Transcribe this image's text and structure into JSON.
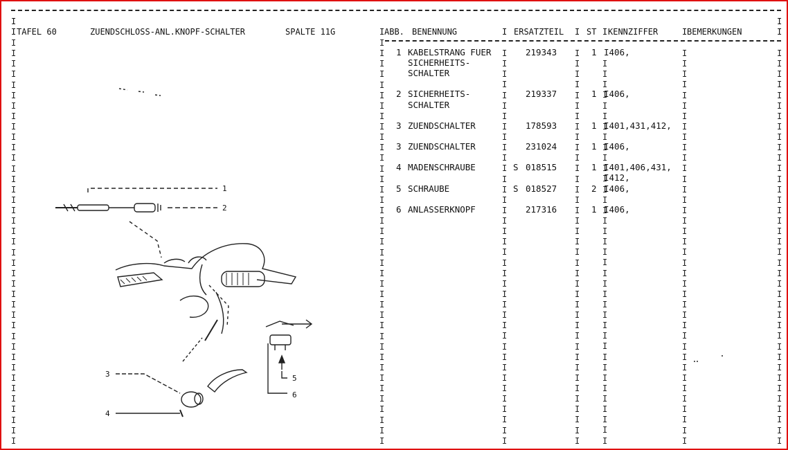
{
  "header": {
    "bar": "I",
    "tafel": "TAFEL 60",
    "title": "ZUENDSCHLOSS-ANL.KNOPF-SCHALTER",
    "spalte": "SPALTE 11G",
    "columns": {
      "abb": "ABB.",
      "benennung": "BENENNUNG",
      "ersatzteil": "ERSATZTEIL",
      "st": "ST",
      "kennziffer": "KENNZIFFER",
      "bemerkungen": "BEMERKUNGEN"
    }
  },
  "parts": [
    {
      "abb": "1",
      "name": [
        "KABELSTRANG FUER",
        "SICHERHEITS-",
        "SCHALTER"
      ],
      "prefix": "",
      "number": "219343",
      "st": "1",
      "kennziffer": [
        "I406,"
      ]
    },
    {
      "abb": "2",
      "name": [
        "SICHERHEITS-",
        "SCHALTER"
      ],
      "prefix": "",
      "number": "219337",
      "st": "1",
      "kennziffer": [
        "I406,"
      ]
    },
    {
      "abb": "3",
      "name": [
        "ZUENDSCHALTER"
      ],
      "prefix": "",
      "number": "178593",
      "st": "1",
      "kennziffer": [
        "I401,431,412,"
      ]
    },
    {
      "abb": "3",
      "name": [
        "ZUENDSCHALTER"
      ],
      "prefix": "",
      "number": "231024",
      "st": "1",
      "kennziffer": [
        "I406,"
      ]
    },
    {
      "abb": "4",
      "name": [
        "MADENSCHRAUBE"
      ],
      "prefix": "S",
      "number": "018515",
      "st": "1",
      "kennziffer": [
        "I401,406,431,",
        "I412,"
      ]
    },
    {
      "abb": "5",
      "name": [
        "SCHRAUBE"
      ],
      "prefix": "S",
      "number": "018527",
      "st": "2",
      "kennziffer": [
        "I406,"
      ]
    },
    {
      "abb": "6",
      "name": [
        "ANLASSERKNOPF"
      ],
      "prefix": "",
      "number": "217316",
      "st": "1",
      "kennziffer": [
        "I406,"
      ]
    }
  ],
  "figure": {
    "callouts": [
      "1",
      "2",
      "3",
      "4",
      "5",
      "6"
    ]
  }
}
